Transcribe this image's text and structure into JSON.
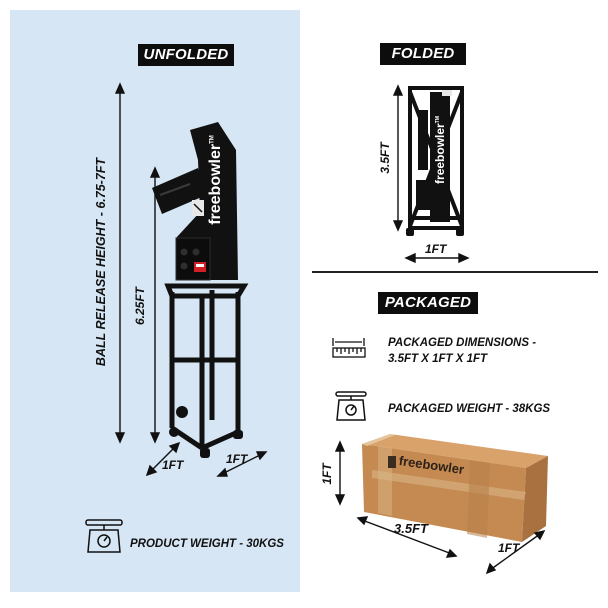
{
  "sections": {
    "unfolded": "UNFOLDED",
    "folded": "FOLDED",
    "packaged": "PACKAGED"
  },
  "unfolded": {
    "release_height": "BALL RELEASE HEIGHT - 6.75-7FT",
    "stand_height": "6.25FT",
    "width": "1FT",
    "depth": "1FT",
    "brand": "freebowler",
    "tm": "TM",
    "weight": "PRODUCT WEIGHT - 30KGS"
  },
  "folded": {
    "height": "3.5FT",
    "width": "1FT",
    "brand": "freebowler",
    "tm": "TM"
  },
  "packaged": {
    "dimensions_line1": "PACKAGED DIMENSIONS -",
    "dimensions_line2": "3.5FT X 1FT X 1FT",
    "weight": "PACKAGED WEIGHT - 38KGS",
    "box_brand": "freebowler",
    "box_height": "1FT",
    "box_length": "3.5FT",
    "box_depth": "1FT"
  },
  "colors": {
    "panel": "#d6e6f4",
    "machine": "#111111",
    "box": "#c9915a",
    "accent_red": "#d21f26"
  },
  "icons": {
    "weight": "weighing-scale-icon",
    "dimensions": "ruler-icon"
  }
}
